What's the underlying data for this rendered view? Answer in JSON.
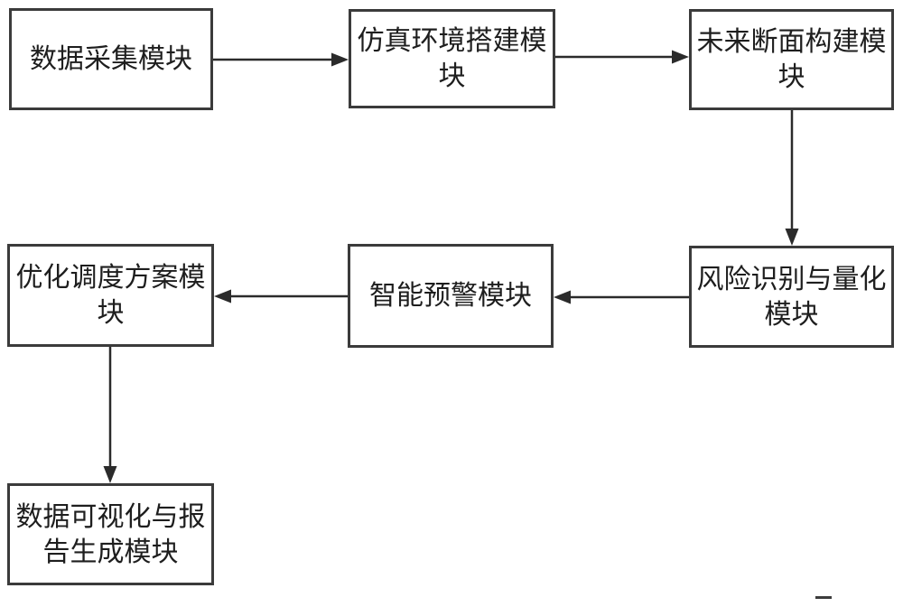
{
  "diagram": {
    "type": "flowchart",
    "background_color": "#ffffff",
    "box_fill_color": "#ffffff",
    "box_border_color": "#3b3b3b",
    "text_color": "#1e1e1e",
    "arrow_color": "#2b2b2b",
    "nodes": [
      {
        "id": "data-collection",
        "label": "数据采集模块"
      },
      {
        "id": "simulation-env",
        "label": "仿真环境搭建模\n块"
      },
      {
        "id": "future-section",
        "label": "未来断面构建模\n块"
      },
      {
        "id": "risk-quantification",
        "label": "风险识别与量化\n模块"
      },
      {
        "id": "intelligent-warning",
        "label": "智能预警模块"
      },
      {
        "id": "optimized-dispatch",
        "label": "优化调度方案模\n块"
      },
      {
        "id": "data-visualization",
        "label": "数据可视化与报\n告生成模块"
      }
    ],
    "edges": [
      {
        "from": "data-collection",
        "to": "simulation-env",
        "direction": "right"
      },
      {
        "from": "simulation-env",
        "to": "future-section",
        "direction": "right"
      },
      {
        "from": "future-section",
        "to": "risk-quantification",
        "direction": "down"
      },
      {
        "from": "risk-quantification",
        "to": "intelligent-warning",
        "direction": "left"
      },
      {
        "from": "intelligent-warning",
        "to": "optimized-dispatch",
        "direction": "left"
      },
      {
        "from": "optimized-dispatch",
        "to": "data-visualization",
        "direction": "down"
      }
    ]
  }
}
